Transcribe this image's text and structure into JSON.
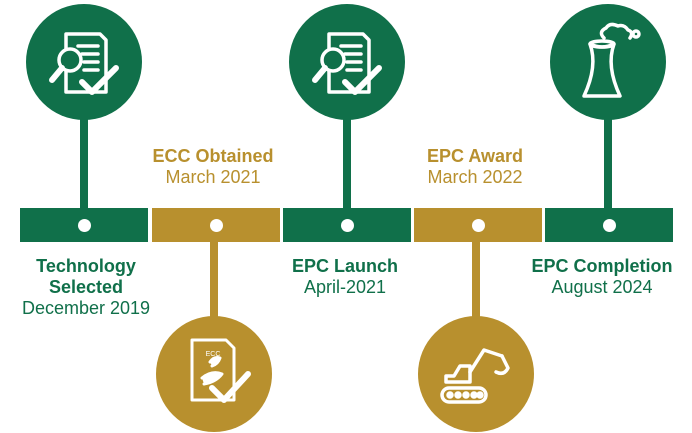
{
  "colors": {
    "green": "#10704a",
    "gold": "#b8902e"
  },
  "milestones": [
    {
      "title": "Technology Selected",
      "title_line1": "Technology",
      "title_line2": "Selected",
      "date": "December 2019",
      "color": "green",
      "icon": "document-magnifier-check-icon"
    },
    {
      "title": "ECC Obtained",
      "date": "March 2021",
      "color": "gold",
      "icon": "ecc-certificate-hand-leaf-check-icon"
    },
    {
      "title": "EPC Launch",
      "date": "April-2021",
      "color": "green",
      "icon": "document-magnifier-check-icon"
    },
    {
      "title": "EPC Award",
      "date": "March 2022",
      "color": "gold",
      "icon": "excavator-icon"
    },
    {
      "title": "EPC Completion",
      "date": "August 2024",
      "color": "green",
      "icon": "power-plant-cooling-tower-icon"
    }
  ],
  "icon_text": {
    "ecc_label": "ECC"
  }
}
